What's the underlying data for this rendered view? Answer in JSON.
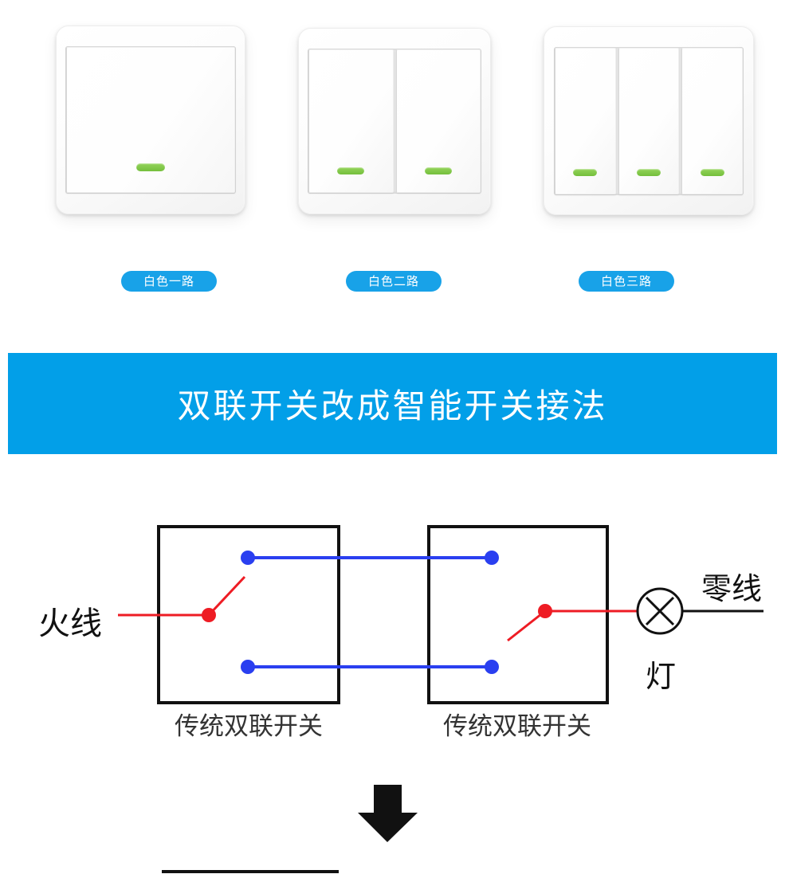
{
  "products": [
    {
      "name": "white-1-gang",
      "gangs": 1,
      "label": "白色一路"
    },
    {
      "name": "white-2-gang",
      "gangs": 2,
      "label": "白色二路"
    },
    {
      "name": "white-3-gang",
      "gangs": 3,
      "label": "白色三路"
    }
  ],
  "banner": {
    "title": "双联开关改成智能开关接法",
    "background_color": "#029fe8",
    "text_color": "#ffffff"
  },
  "diagram": {
    "live_wire_label": "火线",
    "neutral_wire_label": "零线",
    "lamp_label": "灯",
    "lamp_symbol": "X",
    "switch_left_caption": "传统双联开关",
    "switch_right_caption": "传统双联开关",
    "arrow": "down-arrow",
    "colors": {
      "live_wire": "#ee1c24",
      "traveler_wire": "#2a3ff0",
      "neutral_wire": "#111111",
      "switch_box_outline": "#111111"
    }
  },
  "theme": {
    "pill_background": "#18a2e8",
    "pill_text": "#ffffff",
    "led_green": "#7ac143"
  }
}
